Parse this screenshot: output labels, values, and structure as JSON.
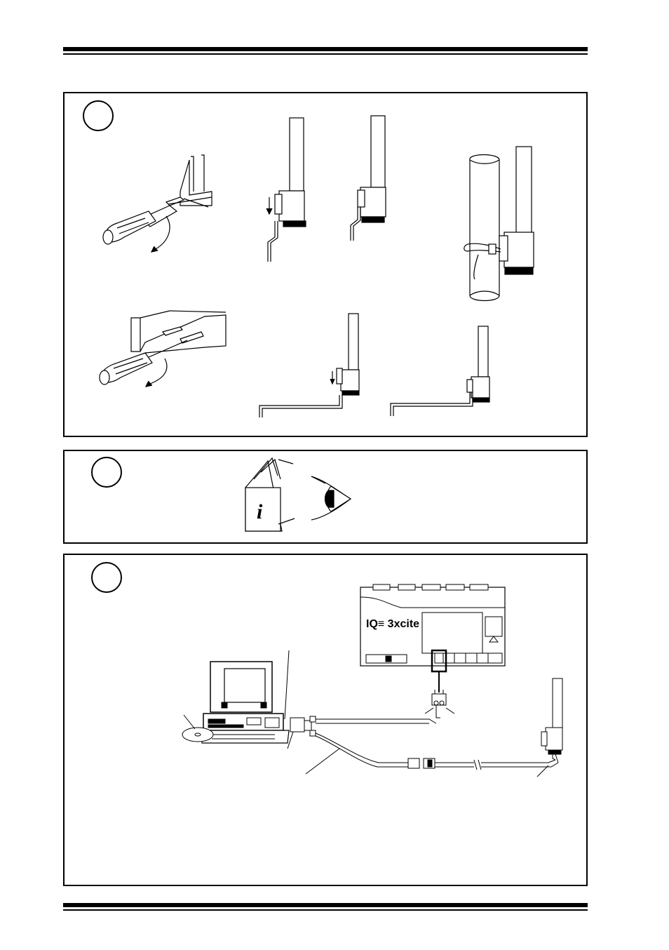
{
  "header": {
    "rule": "double-rule"
  },
  "panels": [
    {
      "step": "",
      "content": "bracket-mounting-illustrations"
    },
    {
      "step": "",
      "content": "read-instructions-illustration"
    },
    {
      "step": "",
      "content": "system-connection-illustration"
    }
  ],
  "controller": {
    "logo": "IQ≡ 3xcite"
  },
  "icons": {
    "info": "i",
    "eye": "eye-icon",
    "screwdriver": "screwdriver-icon",
    "computer": "computer-icon",
    "cd": "cd-icon",
    "sensor": "sensor-icon",
    "cable": "cable-icon"
  },
  "footer": {
    "rule": "double-rule"
  }
}
